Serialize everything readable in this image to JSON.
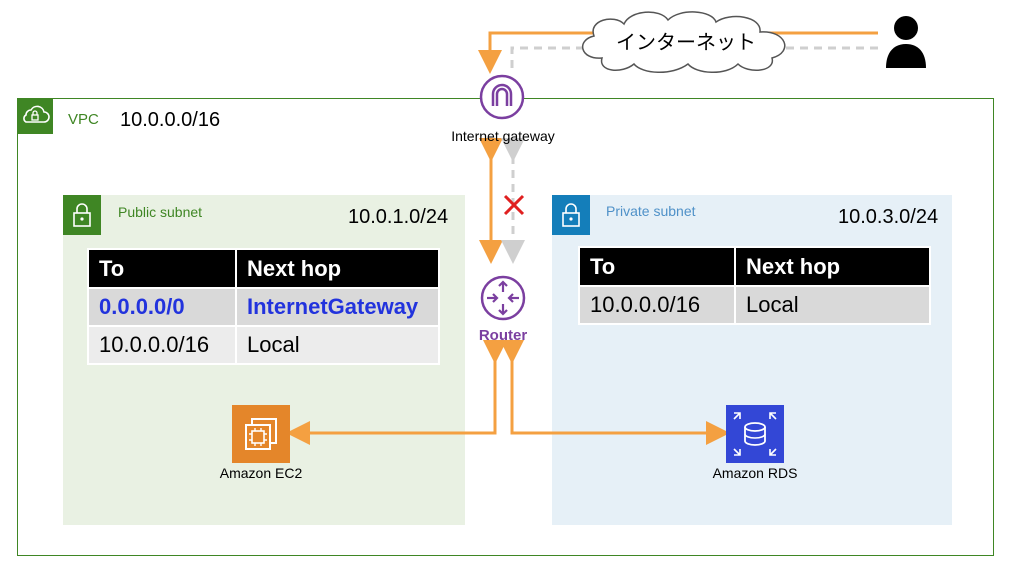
{
  "internet": {
    "label": "インターネット"
  },
  "vpc": {
    "label": "VPC",
    "cidr": "10.0.0.0/16"
  },
  "igw": {
    "label": "Internet gateway"
  },
  "router": {
    "label": "Router"
  },
  "public_subnet": {
    "label": "Public subnet",
    "cidr": "10.0.1.0/24",
    "route_table": {
      "headers": [
        "To",
        "Next hop"
      ],
      "rows": [
        {
          "to": "0.0.0.0/0",
          "next_hop": "InternetGateway"
        },
        {
          "to": "10.0.0.0/16",
          "next_hop": "Local"
        }
      ]
    }
  },
  "private_subnet": {
    "label": "Private subnet",
    "cidr": "10.0.3.0/24",
    "route_table": {
      "headers": [
        "To",
        "Next hop"
      ],
      "rows": [
        {
          "to": "10.0.0.0/16",
          "next_hop": "Local"
        }
      ]
    }
  },
  "ec2": {
    "label": "Amazon EC2"
  },
  "rds": {
    "label": "Amazon RDS"
  },
  "colors": {
    "vpc_green": "#3f8624",
    "private_blue": "#147eba",
    "arrow_orange": "#f4a041",
    "blocked_red": "#e02020",
    "router_purple": "#7b3fa0",
    "ec2_orange": "#e4862a",
    "rds_blue": "#3347d6"
  }
}
